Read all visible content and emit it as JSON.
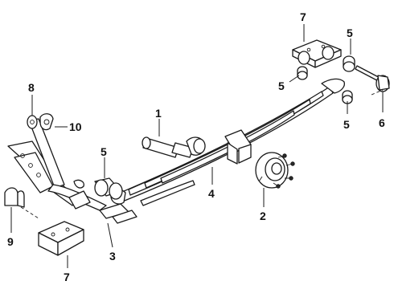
{
  "callouts": {
    "c1": "1",
    "c2": "2",
    "c3": "3",
    "c4": "4",
    "c5a": "5",
    "c5b": "5",
    "c5c": "5",
    "c5d": "5",
    "c6": "6",
    "c7a": "7",
    "c7b": "7",
    "c8": "8",
    "c9": "9",
    "c10": "10"
  }
}
